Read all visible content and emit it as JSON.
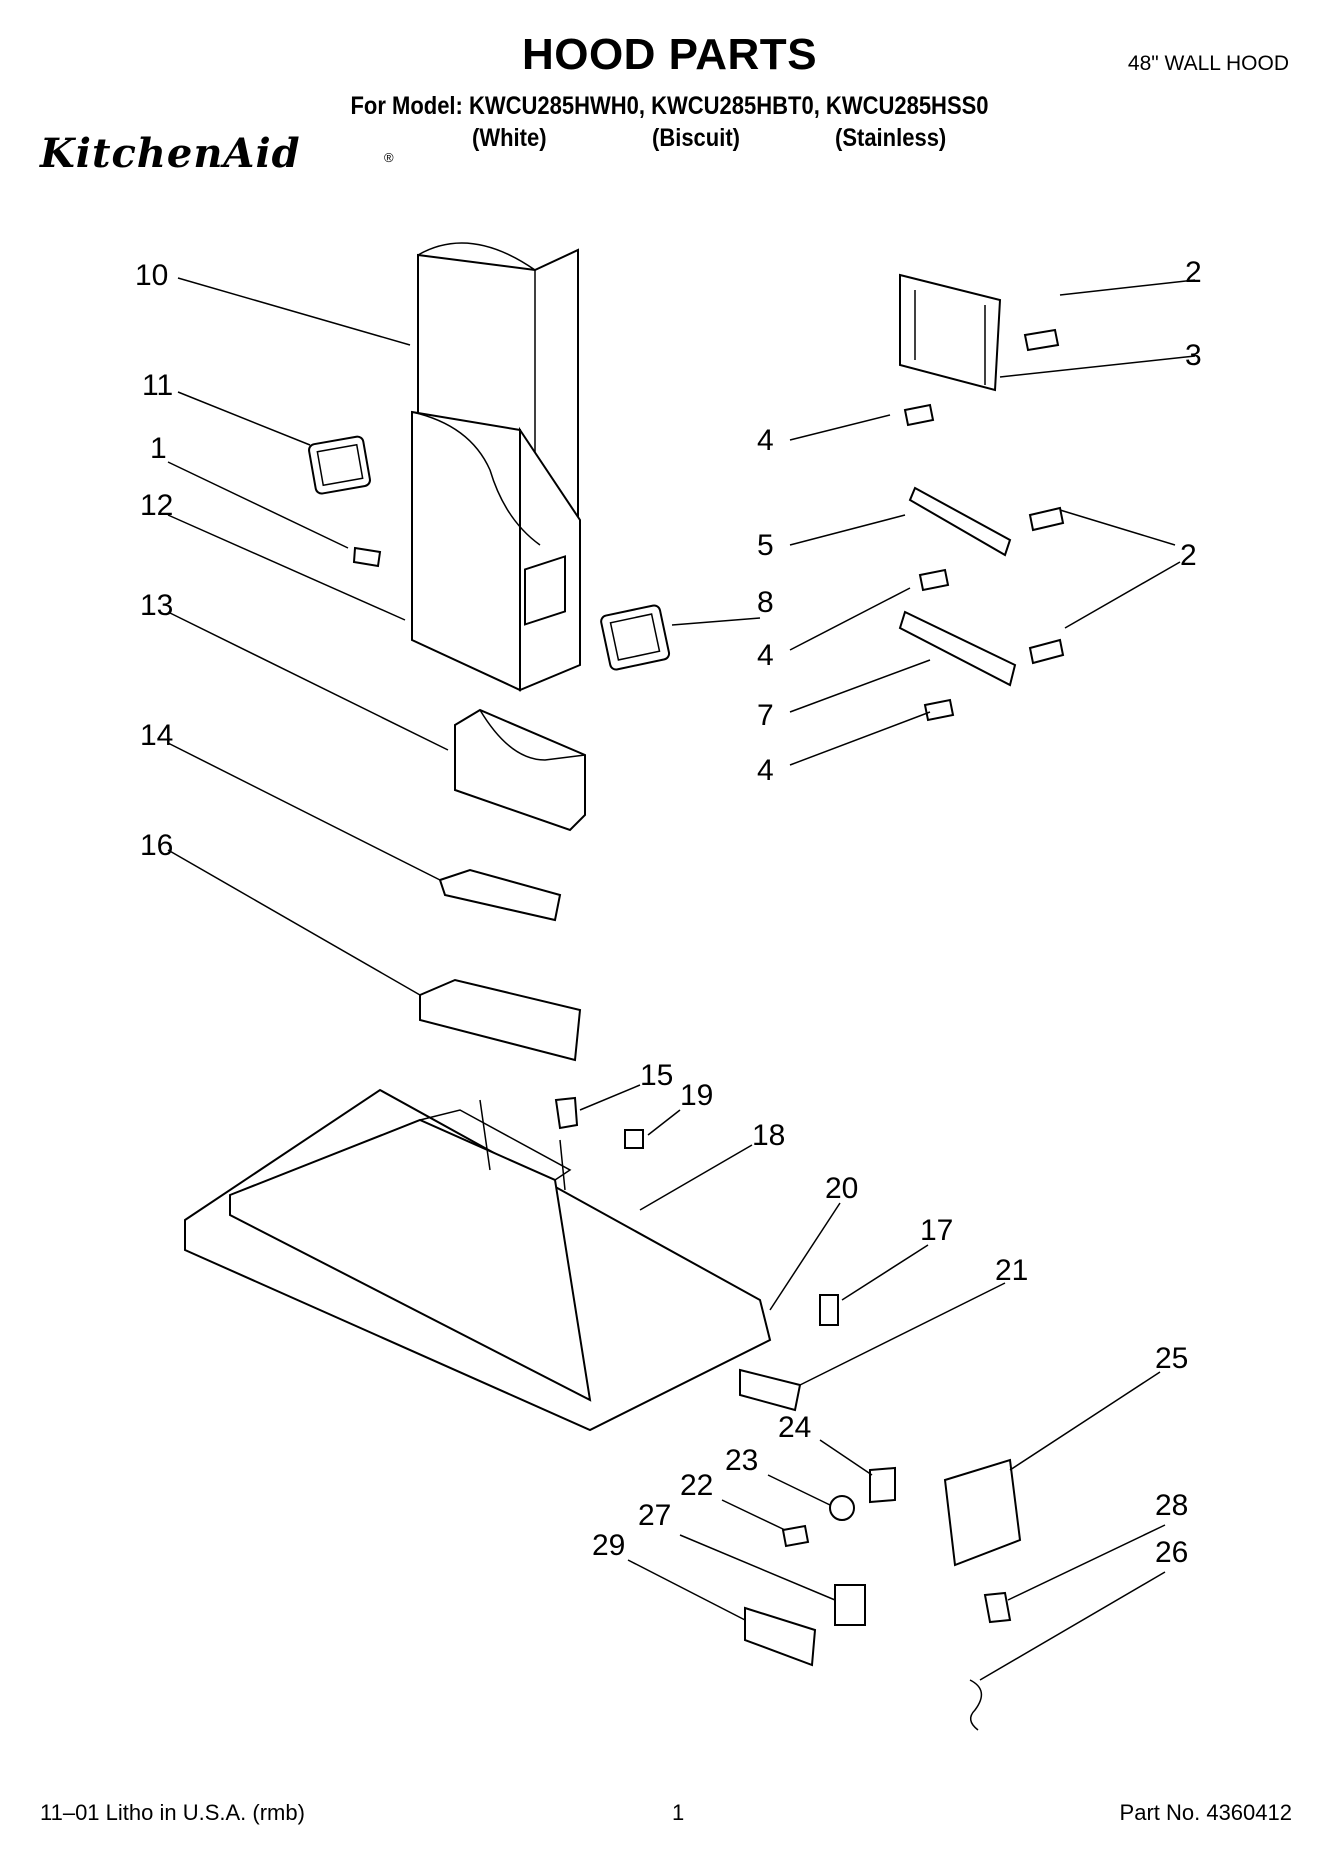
{
  "header": {
    "title": "HOOD PARTS",
    "subtitle": "48\" WALL HOOD",
    "models_line": "For Model: KWCU285HWH0, KWCU285HBT0, KWCU285HSS0",
    "finishes": [
      "(White)",
      "(Biscuit)",
      "(Stainless)"
    ],
    "brand": "KitchenAid",
    "brand_mark": "®"
  },
  "callouts": [
    "10",
    "2",
    "3",
    "11",
    "4",
    "1",
    "12",
    "5",
    "2",
    "8",
    "13",
    "4",
    "7",
    "4",
    "14",
    "16",
    "15",
    "19",
    "18",
    "20",
    "17",
    "21",
    "25",
    "24",
    "23",
    "22",
    "27",
    "28",
    "29",
    "26"
  ],
  "footer": {
    "left": "11–01 Litho in U.S.A. (rmb)",
    "center": "1",
    "right": "Part No. 4360412"
  }
}
